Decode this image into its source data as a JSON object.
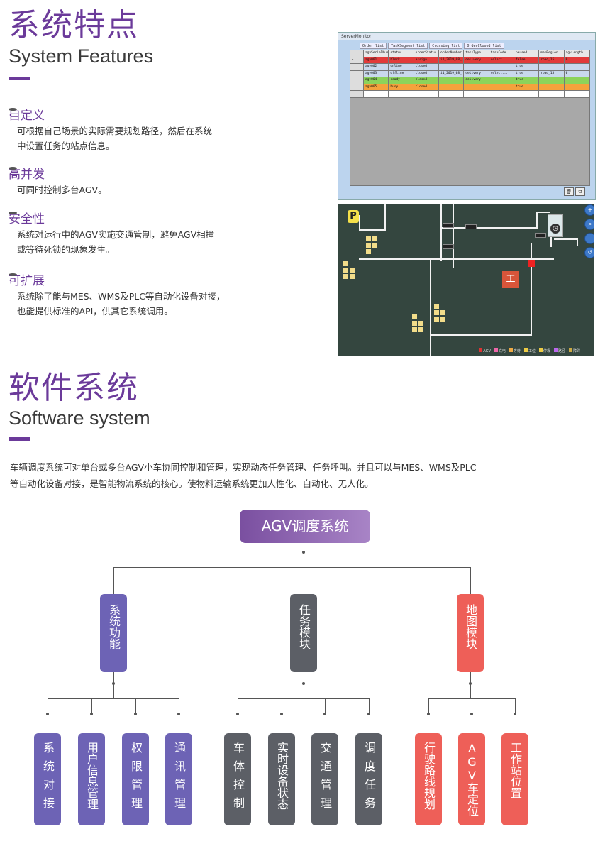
{
  "features": {
    "title_cn": "系统特点",
    "title_en": "System Features",
    "items": [
      {
        "title": "自定义",
        "desc_lines": [
          "可根据自己场景的实际需要规划路径，然后在系统",
          "中设置任务的站点信息。"
        ]
      },
      {
        "title": "高并发",
        "desc_lines": [
          "可同时控制多台AGV。"
        ]
      },
      {
        "title": "安全性",
        "desc_lines": [
          "系统对运行中的AGV实施交通管制，避免AGV相撞",
          "或等待死锁的现象发生。"
        ]
      },
      {
        "title": "可扩展",
        "desc_lines": [
          "系统除了能与MES、WMS及PLC等自动化设备对接，",
          "也能提供标准的API，供其它系统调用。"
        ]
      }
    ]
  },
  "screenshot_monitor": {
    "window_title": "ServerMonitor",
    "tabs": [
      "Order_list",
      "TaskSegment_list",
      "Crossing_list",
      "OrderClosed_list"
    ],
    "columns": [
      "",
      "agvSerialNumber",
      "status",
      "orderStatus",
      "orderNumber",
      "taskType",
      "taskCode",
      "paused",
      "mapRegion",
      "agvLength"
    ],
    "rows": [
      {
        "color": "#e23a3a",
        "cells": [
          "▸",
          "agv001",
          "block",
          "assign",
          "i1_2019_08_",
          "delivery",
          "select...",
          "false",
          "road_15",
          "0"
        ]
      },
      {
        "color": "#c9d8ec",
        "cells": [
          "",
          "agv002",
          "online",
          "closed",
          "",
          "",
          "",
          "true",
          "",
          ""
        ]
      },
      {
        "color": "#c9d8ec",
        "cells": [
          "",
          "agv003",
          "offline",
          "closed",
          "i1_2019_08_",
          "delivery",
          "select...",
          "true",
          "road_13",
          "0"
        ]
      },
      {
        "color": "#8cd35a",
        "cells": [
          "",
          "agv004",
          "ready",
          "closed",
          "",
          "delivery",
          "",
          "true",
          "",
          ""
        ]
      },
      {
        "color": "#f4a23c",
        "cells": [
          "",
          "agv005",
          "busy",
          "closed",
          "",
          "",
          "",
          "true",
          "",
          ""
        ]
      },
      {
        "color": "#ffffff",
        "cells": [
          "",
          "",
          "",
          "",
          "",
          "",
          "",
          "",
          "",
          ""
        ]
      }
    ],
    "icons": [
      "delete-icon",
      "copy-icon"
    ]
  },
  "screenshot_map": {
    "park_label": "P",
    "station_label": "工",
    "legend": [
      {
        "color": "#d33",
        "label": "AGV"
      },
      {
        "color": "#e6a",
        "label": "充电"
      },
      {
        "color": "#ea4",
        "label": "等待"
      },
      {
        "color": "#ec4",
        "label": "工位"
      },
      {
        "color": "#ec4",
        "label": "停靠"
      },
      {
        "color": "#b6e",
        "label": "路径"
      },
      {
        "color": "#ca4",
        "label": "障碍"
      }
    ],
    "tools": [
      "zoom-in-icon",
      "zoom-icon",
      "zoom-out-icon",
      "reset-icon"
    ]
  },
  "software": {
    "title_cn": "软件系统",
    "title_en": "Software system",
    "intro_lines": [
      "车辆调度系统可对单台或多台AGV小车协同控制和管理，实现动态任务管理、任务呼叫。并且可以与MES、WMS及PLC",
      "等自动化设备对接，是智能物流系统的核心。使物料运输系统更加人性化、自动化、无人化。"
    ]
  },
  "org_chart": {
    "root": "AGV调度系统",
    "branches": [
      {
        "label": "系统功能",
        "color": "#6d63b5",
        "children": [
          "系统对接",
          "用户信息管理",
          "权限管理",
          "通讯管理"
        ]
      },
      {
        "label": "任务模块",
        "color": "#5c5f66",
        "children": [
          "车体控制",
          "实时设备状态",
          "交通管理",
          "调度任务"
        ]
      },
      {
        "label": "地图模块",
        "color": "#ee5f58",
        "children": [
          "行驶路线规划",
          "AGV车定位",
          "工作站位置"
        ]
      }
    ]
  }
}
